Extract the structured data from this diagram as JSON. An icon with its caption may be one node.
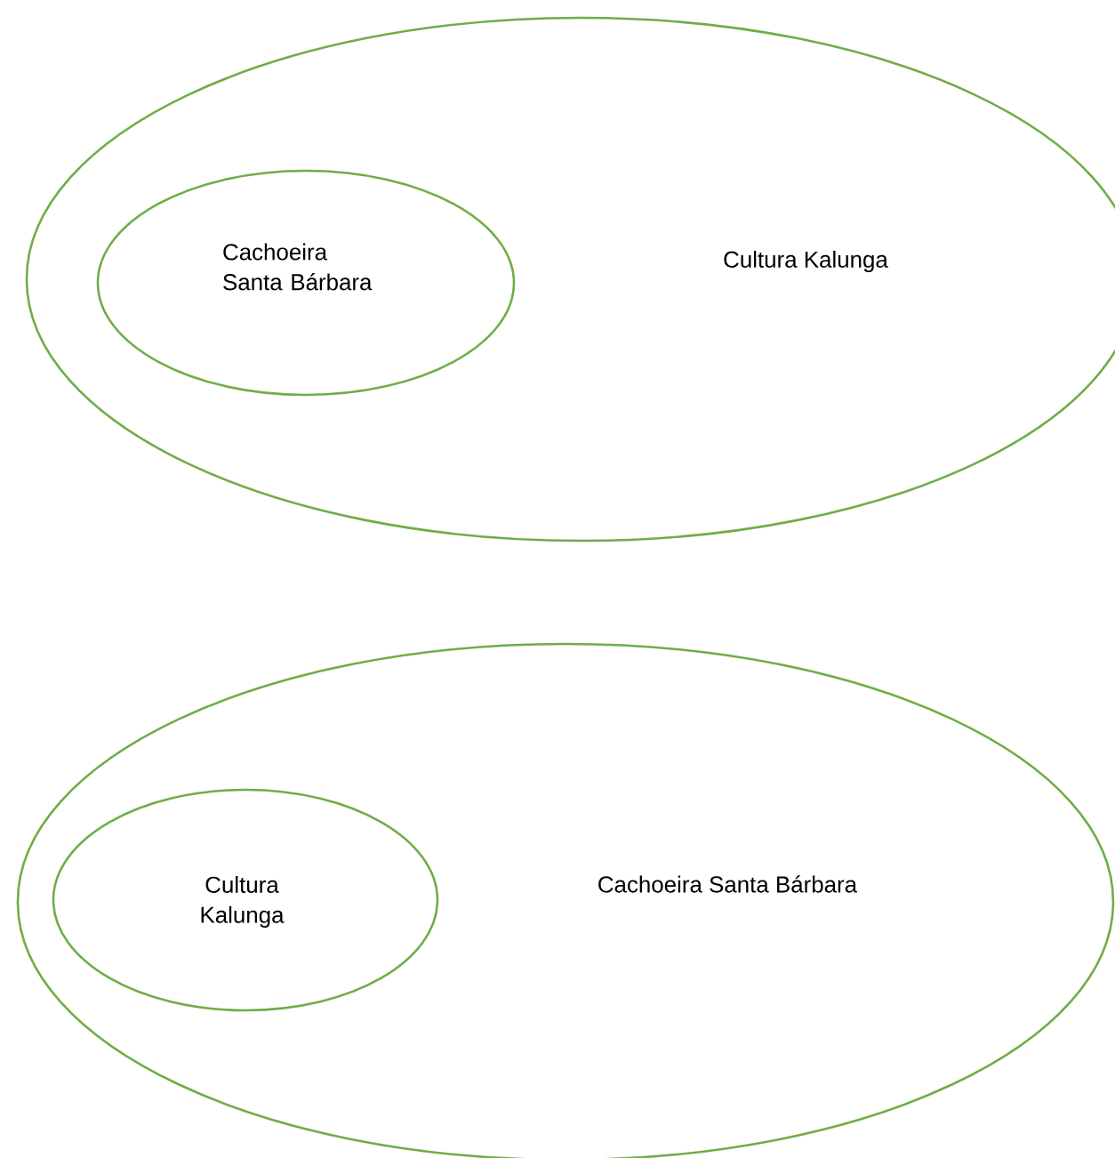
{
  "diagram": {
    "nodes": [
      {
        "text": [
          "Cultura Kalunga"
        ]
      },
      {
        "text": [
          "Cachoeira Santa Bárbara"
        ],
        "in": 0
      },
      {
        "text": [
          "Cachoeira Santa Bárbara"
        ]
      },
      {
        "text": [
          "Cultura Kalunga"
        ],
        "in": 2
      }
    ]
  }
}
